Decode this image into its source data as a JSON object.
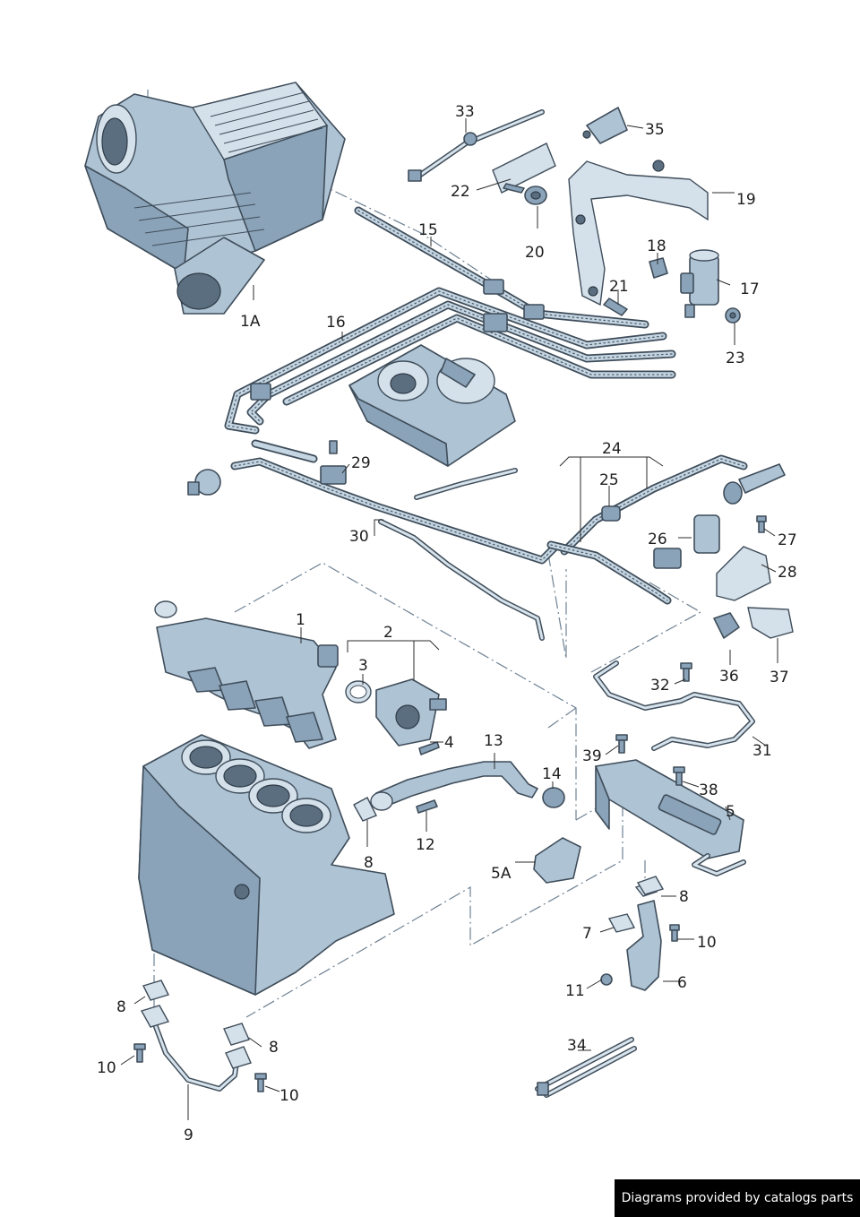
{
  "callouts": {
    "c1": "1",
    "c1a": "1A",
    "c2": "2",
    "c3": "3",
    "c4": "4",
    "c5": "5",
    "c5a": "5A",
    "c6": "6",
    "c7": "7",
    "c8a": "8",
    "c8b": "8",
    "c8c": "8",
    "c8d": "8",
    "c9": "9",
    "c10a": "10",
    "c10b": "10",
    "c10c": "10",
    "c11": "11",
    "c12": "12",
    "c13": "13",
    "c14": "14",
    "c15": "15",
    "c16": "16",
    "c17": "17",
    "c18": "18",
    "c19": "19",
    "c20": "20",
    "c21": "21",
    "c22": "22",
    "c23": "23",
    "c24": "24",
    "c25": "25",
    "c26": "26",
    "c27": "27",
    "c28": "28",
    "c29": "29",
    "c30": "30",
    "c31": "31",
    "c32": "32",
    "c33": "33",
    "c34": "34",
    "c35": "35",
    "c36": "36",
    "c37": "37",
    "c38": "38",
    "c39": "39"
  },
  "credit": "Diagrams provided by catalogs parts"
}
